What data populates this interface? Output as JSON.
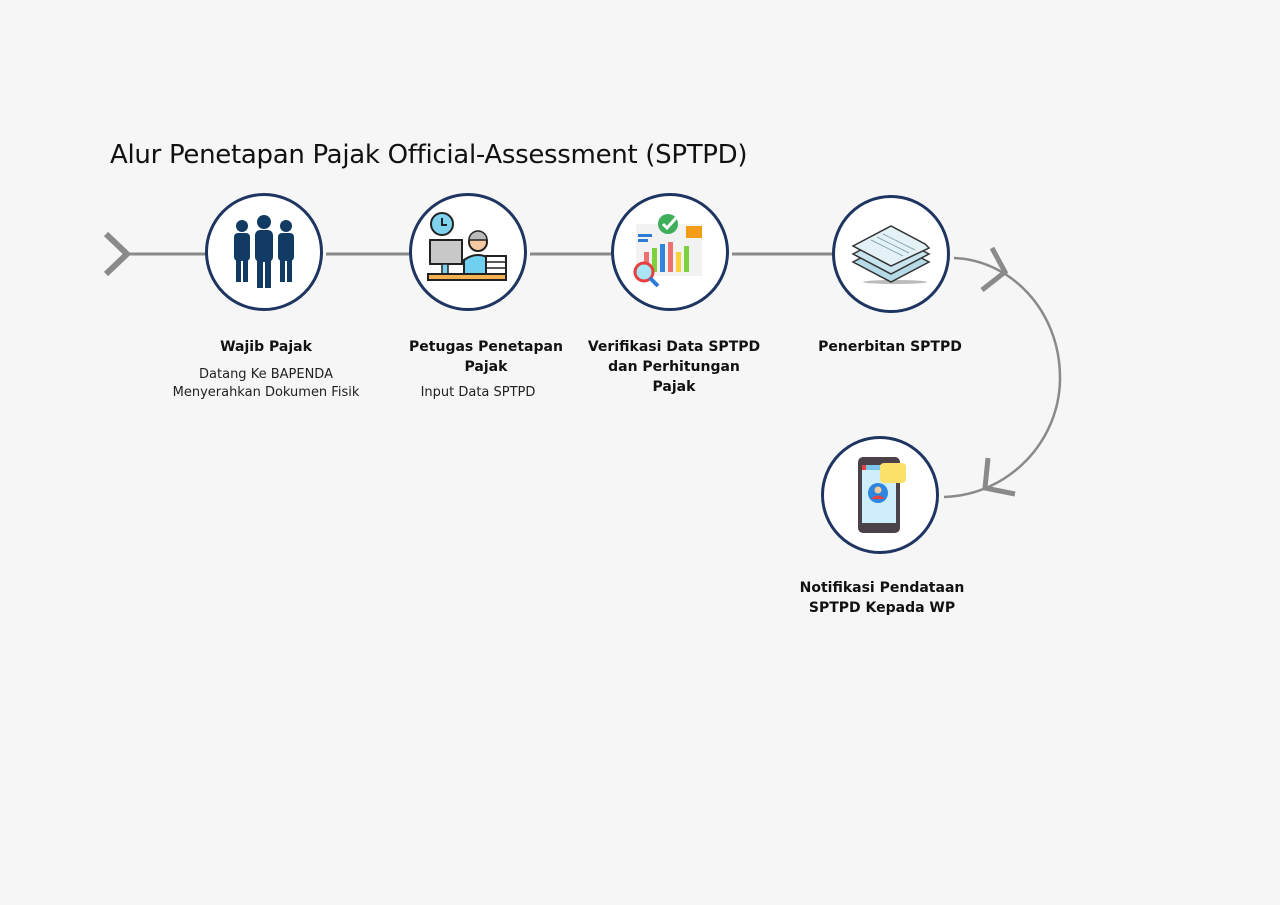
{
  "title": "Alur Penetapan Pajak Official-Assessment (SPTPD)",
  "steps": [
    {
      "label": "Wajib Pajak",
      "sub1": "Datang Ke BAPENDA",
      "sub2": "Menyerahkan Dokumen Fisik",
      "icon": "people-icon"
    },
    {
      "label1": "Petugas Penetapan",
      "label2": "Pajak",
      "sub1": "Input Data SPTPD",
      "icon": "officer-desk-icon"
    },
    {
      "label1": "Verifikasi Data SPTPD",
      "label2": "dan Perhitungan",
      "label3": "Pajak",
      "icon": "analytics-verify-icon"
    },
    {
      "label": "Penerbitan SPTPD",
      "icon": "documents-stack-icon"
    },
    {
      "label1": "Notifikasi Pendataan",
      "label2": "SPTPD Kepada WP",
      "icon": "mobile-notification-icon"
    }
  ],
  "colors": {
    "circle_border": "#1e3461",
    "connector": "#808080"
  }
}
